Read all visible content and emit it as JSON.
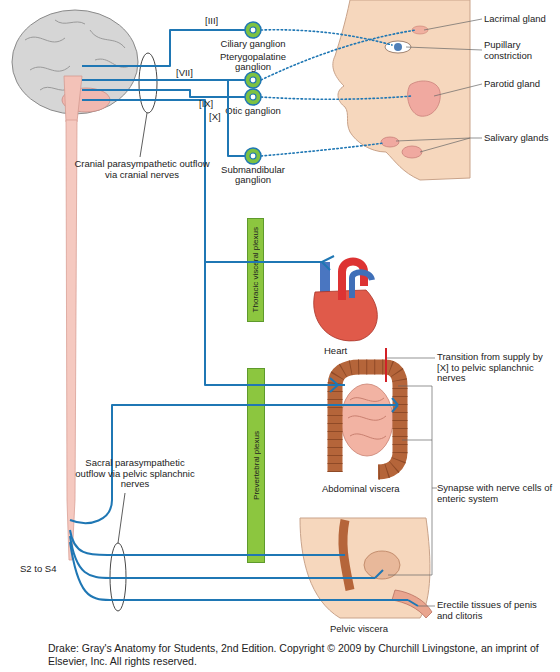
{
  "diagram": {
    "caption": "Drake: Gray's Anatomy for Students, 2nd Edition. Copyright © 2009 by Churchill Livingstone, an imprint of Elsevier, Inc. All rights reserved.",
    "nodes": [
      {
        "text": [
          "Ciliary ganglion"
        ]
      },
      {
        "text": [
          "Pterygopalatine ganglion"
        ]
      },
      {
        "text": [
          "Otic ganglion"
        ]
      },
      {
        "text": [
          "Submandibular ganglion"
        ]
      },
      {
        "text": [
          "Thoracic visceral plexus"
        ]
      },
      {
        "text": [
          "Prevertebral plexus"
        ]
      }
    ],
    "labels": [
      "[III]",
      "[VII]",
      "[IX]",
      "[X]",
      "Lacrimal gland",
      "Pupillary constriction",
      "Parotid gland",
      "Salivary glands",
      "Cranial parasympathetic outflow via cranial nerves",
      "Heart",
      "Transition from supply by [X] to pelvic splanchnic nerves",
      "Abdominal viscera",
      "Synapse with nerve cells of enteric system",
      "Sacral parasympathetic outflow via pelvic splanchnic nerves",
      "S2 to S4",
      "Erectile tissues of penis and clitoris",
      "Pelvic viscera"
    ]
  }
}
